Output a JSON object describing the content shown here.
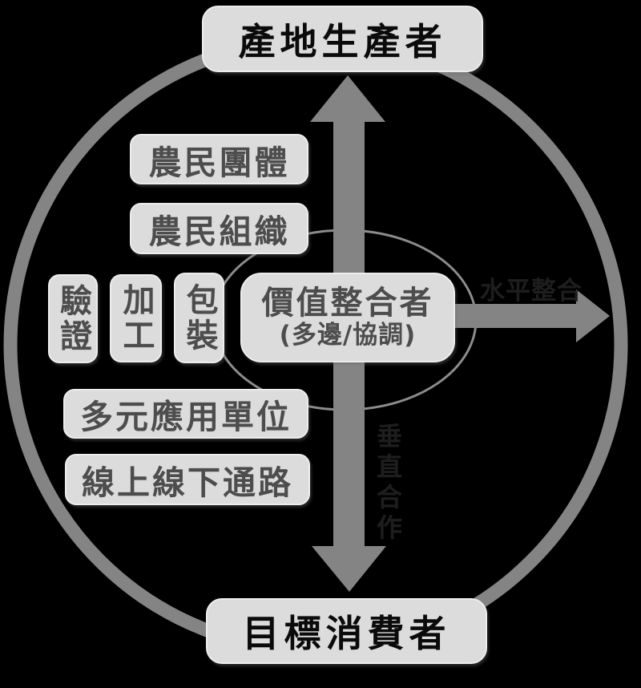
{
  "diagram": {
    "background": "#000000",
    "nodes": {
      "origin_producer": "產地生產者",
      "farmer_group": "農民團體",
      "farmer_organization": "農民組織",
      "certification": "驗證",
      "processing": "加工",
      "packaging": "包裝",
      "value_integrator_line1": "價值整合者",
      "value_integrator_line2": "(多邊/協調)",
      "multi_application_units": "多元應用單位",
      "online_offline_channels": "線上線下通路",
      "target_consumer": "目標消費者"
    },
    "axis_labels": {
      "horizontal": "水平整合",
      "vertical": "垂直合作"
    },
    "colors": {
      "ring": "#848484",
      "arrow": "#848484",
      "ellipse_stroke": "#8c8c8c",
      "box_fill": "#dcdcdc",
      "title_text": "#0b0b0b",
      "node_text": "#4d4d4d",
      "axis_text": "#1e1e1e"
    }
  }
}
